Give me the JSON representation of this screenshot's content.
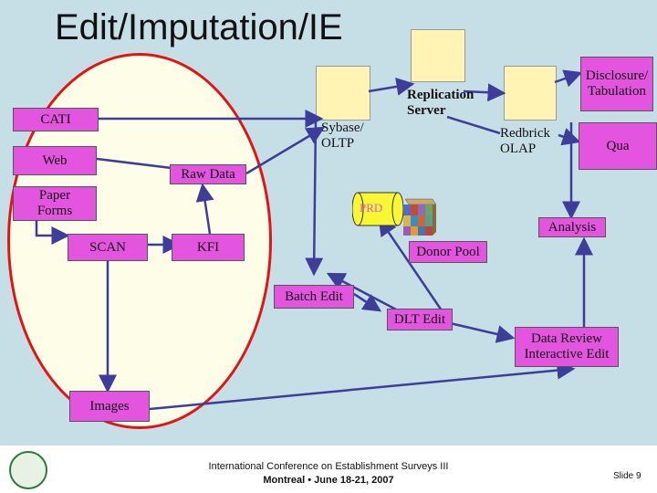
{
  "title": "Edit/Imputation/IE",
  "nodes": {
    "cati": "CATI",
    "web": "Web",
    "paper_forms": "Paper\nForms",
    "scan": "SCAN",
    "kfi": "KFI",
    "raw_data": "Raw Data",
    "sybase": "Sybase/\nOLTP",
    "replication": "Replication\nServer",
    "redbrick": "Redbrick\nOLAP",
    "disclosure": "Disclosure/\nTabulation",
    "qua": "Qua",
    "prd": "PRD",
    "analysis": "Analysis",
    "donor_pool": "Donor Pool",
    "batch_edit": "Batch Edit",
    "dlt_edit": "DLT Edit",
    "data_review": "Data Review\nInteractive Edit",
    "images": "Images"
  },
  "footer": {
    "line1": "International Conference on Establishment Surveys III",
    "line2": "Montreal • June 18-21, 2007",
    "slide": "Slide 9"
  },
  "colors": {
    "box": "#e455df",
    "arrow": "#3d3d9a",
    "oval_border": "#e01616",
    "background": "#c6dfe6"
  }
}
